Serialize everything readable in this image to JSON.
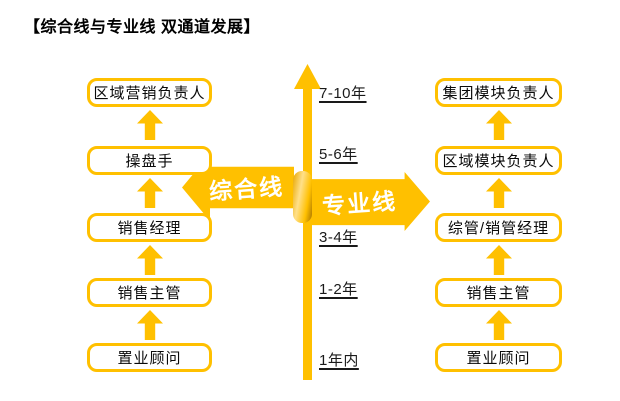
{
  "title": "【综合线与专业线 双通道发展】",
  "timeline": {
    "labels": [
      "7-10年",
      "5-6年",
      "3-4年",
      "1-2年",
      "1年内"
    ]
  },
  "left_track": {
    "name": "综合线",
    "levels_top_to_bottom": [
      "区域营销负责人",
      "操盘手",
      "销售经理",
      "销售主管",
      "置业顾问"
    ]
  },
  "right_track": {
    "name": "专业线",
    "levels_top_to_bottom": [
      "集团模块负责人",
      "区域模块负责人",
      "综管/销管经理",
      "销售主管",
      "置业顾问"
    ]
  },
  "colors": {
    "accent": "#FFC000",
    "arrow_label_text": "#FFFFFF",
    "box_text": "#000000",
    "year_text": "#1A1A1A",
    "background": "#FFFFFF"
  }
}
